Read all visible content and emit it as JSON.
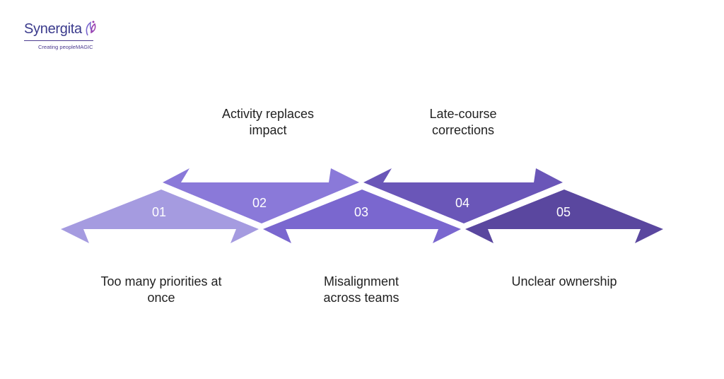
{
  "brand": {
    "name": "Synergita",
    "tagline": "Creating peopleMAGIC",
    "color": "#4b3a8f"
  },
  "steps": [
    {
      "number": "01",
      "label": "Too many priorities at once",
      "color": "#a59be0"
    },
    {
      "number": "02",
      "label": "Activity replaces impact",
      "color": "#8a79d9"
    },
    {
      "number": "03",
      "label": "Misalignment across teams",
      "color": "#7a67cf"
    },
    {
      "number": "04",
      "label": "Late-course corrections",
      "color": "#6a56b8"
    },
    {
      "number": "05",
      "label": "Unclear ownership",
      "color": "#5a479f"
    }
  ]
}
